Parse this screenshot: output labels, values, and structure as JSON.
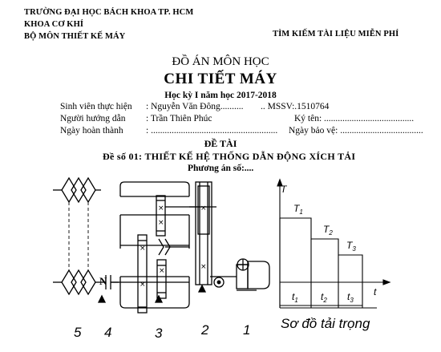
{
  "header": {
    "school": "TRƯỜNG ĐẠI HỌC BÁCH KHOA TP. HCM",
    "faculty": "KHOA CƠ KHÍ",
    "department": "BỘ MÔN THIẾT KẾ MÁY",
    "right_banner": "TÌM KIẾM TÀI LIỆU MIỄN PHÍ"
  },
  "title": {
    "line1": "ĐỒ ÁN MÔN HỌC",
    "line2": "CHI TIẾT MÁY",
    "line3": "Học kỳ I năm học 2017-2018"
  },
  "info": {
    "student_label": "Sinh viên thực hiện",
    "student_value": ": Nguyễn Văn Đông..........",
    "mssv": ".. MSSV:.1510764",
    "advisor_label": "Người hướng dẫn",
    "advisor_value": ": Trần Thiên Phúc",
    "signature": "Ký tên: .......................................",
    "date_label": "Ngày hoàn thành",
    "date_value": ": .......................................................",
    "defense": "Ngày bảo vệ: ...................................."
  },
  "topic": {
    "heading": "ĐỀ TÀI",
    "number": "Đề số 01: THIẾT KẾ HỆ THỐNG DẪN ĐỘNG XÍCH TẢI",
    "option": "Phương án số:...."
  },
  "diagram": {
    "labels": [
      "5",
      "4",
      "3",
      "2",
      "1"
    ],
    "n_label": "N",
    "load_chart": {
      "y_axis": "T",
      "x_axis": "t",
      "levels": [
        "T1",
        "T2",
        "T3"
      ],
      "intervals": [
        "t1",
        "t2",
        "t3"
      ],
      "caption": "Sơ đồ tải trọng"
    }
  }
}
